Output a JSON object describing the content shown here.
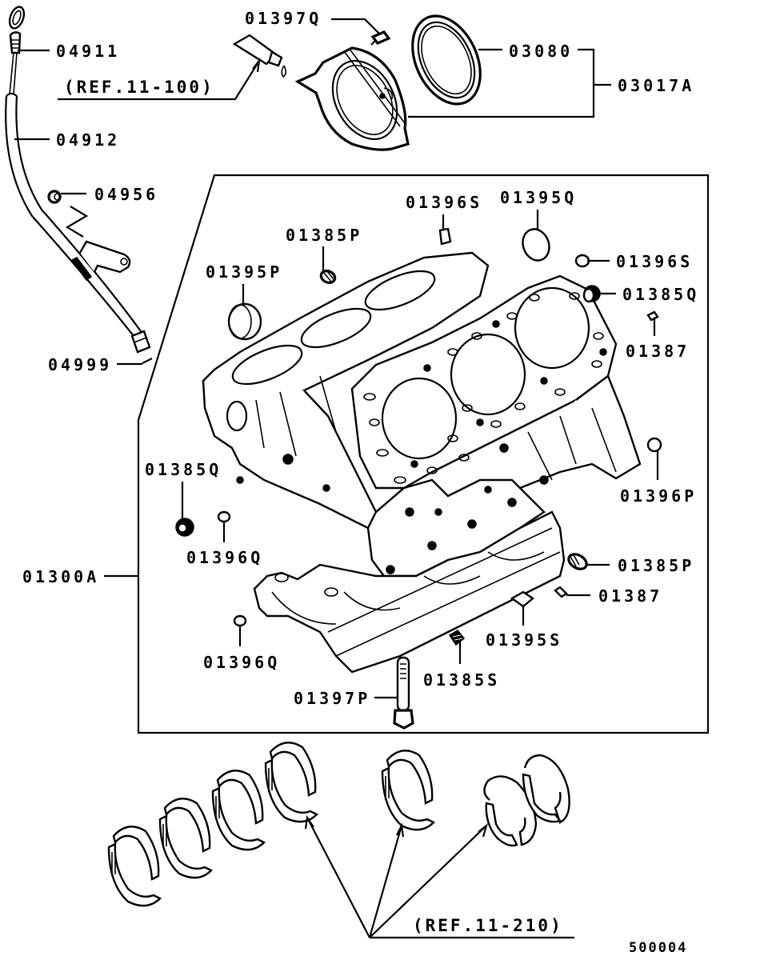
{
  "diagram": {
    "title": "Cylinder block exploded parts view",
    "drawing_code": "500004",
    "frame_color": "#000000",
    "background": "#ffffff",
    "references": [
      {
        "id": "ref-11-100",
        "text": "(REF.11-100)"
      },
      {
        "id": "ref-11-210",
        "text": "(REF.11-210)"
      }
    ],
    "callouts": {
      "c04911": "04911",
      "c04912": "04912",
      "c04956": "04956",
      "c04999": "04999",
      "c01397Q": "01397Q",
      "c03080": "03080",
      "c03017A": "03017A",
      "c01396S_top": "01396S",
      "c01395Q": "01395Q",
      "c01385P_top": "01385P",
      "c01395P": "01395P",
      "c01396S_right": "01396S",
      "c01385Q_right": "01385Q",
      "c01387_top": "01387",
      "c01396P": "01396P",
      "c01385Q_left": "01385Q",
      "c01396Q_upper": "01396Q",
      "c01300A": "01300A",
      "c01385P_right": "01385P",
      "c01387_right": "01387",
      "c01395S": "01395S",
      "c01396Q_lower": "01396Q",
      "c01385S": "01385S",
      "c01397P": "01397P"
    }
  }
}
